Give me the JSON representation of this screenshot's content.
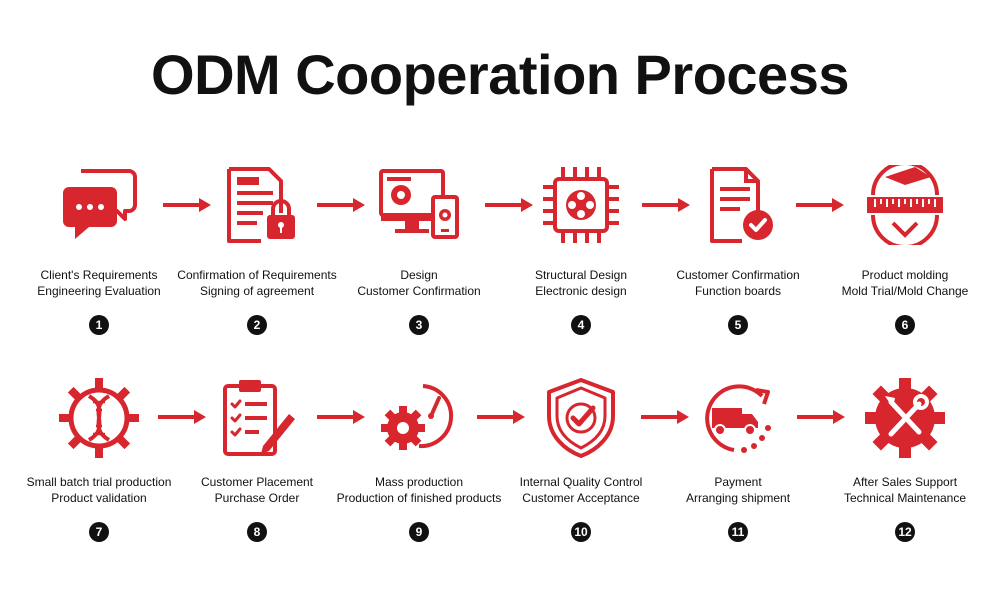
{
  "title": "ODM Cooperation Process",
  "colors": {
    "accent": "#d7262e",
    "text": "#111111"
  },
  "steps": [
    {
      "number": "1",
      "icon": "chat-bubbles-icon",
      "line1": "Client's Requirements",
      "line2": "Engineering Evaluation"
    },
    {
      "number": "2",
      "icon": "document-lock-icon",
      "line1": "Confirmation of Requirements",
      "line2": "Signing of agreement"
    },
    {
      "number": "3",
      "icon": "monitor-design-icon",
      "line1": "Design",
      "line2": "Customer Confirmation"
    },
    {
      "number": "4",
      "icon": "chip-icon",
      "line1": "Structural Design",
      "line2": "Electronic design"
    },
    {
      "number": "5",
      "icon": "document-check-icon",
      "line1": "Customer Confirmation",
      "line2": "Function boards"
    },
    {
      "number": "6",
      "icon": "mold-ruler-icon",
      "line1": "Product molding",
      "line2": "Mold Trial/Mold Change"
    },
    {
      "number": "7",
      "icon": "dna-gear-icon",
      "line1": "Small batch trial production",
      "line2": "Product validation"
    },
    {
      "number": "8",
      "icon": "clipboard-checklist-icon",
      "line1": "Customer Placement",
      "line2": "Purchase Order"
    },
    {
      "number": "9",
      "icon": "gears-gauge-icon",
      "line1": "Mass production",
      "line2": "Production of finished products"
    },
    {
      "number": "10",
      "icon": "shield-check-icon",
      "line1": "Internal Quality Control",
      "line2": "Customer Acceptance"
    },
    {
      "number": "11",
      "icon": "truck-cycle-icon",
      "line1": "Payment",
      "line2": "Arranging shipment"
    },
    {
      "number": "12",
      "icon": "gear-tools-icon",
      "line1": "After Sales Support",
      "line2": "Technical Maintenance"
    }
  ]
}
